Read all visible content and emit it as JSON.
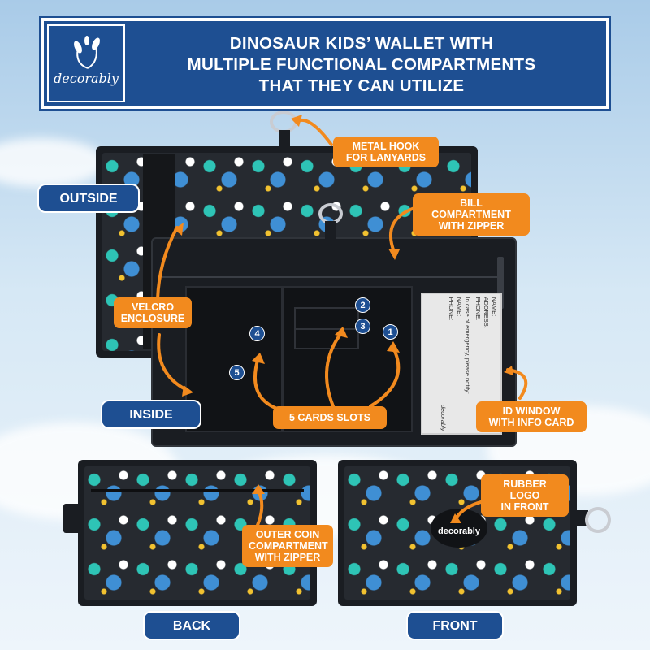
{
  "header": {
    "brand": "decorably",
    "title_lines": [
      "DINOSAUR KIDS’ WALLET WITH",
      "MULTIPLE FUNCTIONAL COMPARTMENTS",
      "THAT THEY CAN UTILIZE"
    ]
  },
  "views": {
    "outside": "OUTSIDE",
    "inside": "INSIDE",
    "back": "BACK",
    "front": "FRONT"
  },
  "callouts": {
    "metal_hook": [
      "METAL HOOK",
      "FOR LANYARDS"
    ],
    "bill_compartment": [
      "BILL COMPARTMENT",
      "WITH ZIPPER"
    ],
    "velcro": [
      "VELCRO",
      "ENCLOSURE"
    ],
    "card_slots": "5 CARDS SLOTS",
    "id_window": [
      "ID WINDOW",
      "WITH INFO CARD"
    ],
    "rubber_logo": [
      "RUBBER LOGO",
      "IN FRONT"
    ],
    "coin_compartment": [
      "OUTER COIN",
      "COMPARTMENT",
      "WITH ZIPPER"
    ]
  },
  "slot_numbers": [
    "1",
    "2",
    "3",
    "4",
    "5"
  ],
  "info_card": {
    "name": "NAME:",
    "address": "ADDRESS:",
    "phone": "PHONE:",
    "emergency": "In case of emergency, please notify:",
    "name2": "NAME:",
    "phone2": "PHONE:",
    "brand": "decorably"
  },
  "front_logo": "decorably",
  "colors": {
    "brand_blue": "#1e4f92",
    "accent_orange": "#f28a1e",
    "wallet_black": "#1a1d22",
    "dino_teal": "#2ec4b6"
  }
}
